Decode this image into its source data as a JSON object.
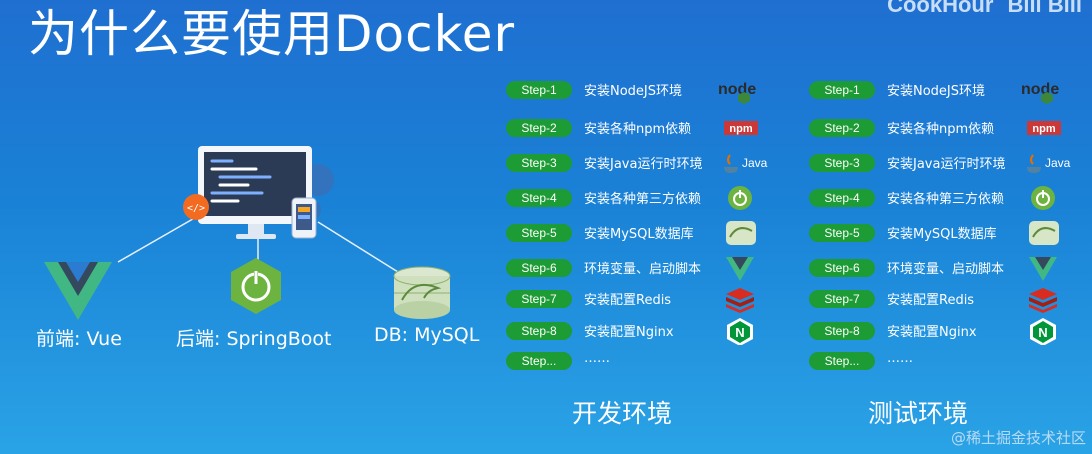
{
  "slide": {
    "title": "为什么要使用Docker",
    "brand": [
      "CookHour",
      "Bili Bili"
    ],
    "watermark": "@稀土掘金技术社区"
  },
  "architecture": {
    "frontend_label": "前端: Vue",
    "backend_label": "后端: SpringBoot",
    "db_label": "DB: MySQL",
    "code_badge": "</>"
  },
  "environments": [
    {
      "label": "开发环境",
      "steps": [
        {
          "pill": "Step-1",
          "text": "安装NodeJS环境",
          "icon": "nodejs-icon"
        },
        {
          "pill": "Step-2",
          "text": "安装各种npm依赖",
          "icon": "npm-icon"
        },
        {
          "pill": "Step-3",
          "text": "安装Java运行时环境",
          "icon": "java-icon"
        },
        {
          "pill": "Step-4",
          "text": "安装各种第三方依赖",
          "icon": "power-icon"
        },
        {
          "pill": "Step-5",
          "text": "安装MySQL数据库",
          "icon": "mysql-icon"
        },
        {
          "pill": "Step-6",
          "text": "环境变量、启动脚本",
          "icon": "vue-icon"
        },
        {
          "pill": "Step-7",
          "text": "安装配置Redis",
          "icon": "redis-icon"
        },
        {
          "pill": "Step-8",
          "text": "安装配置Nginx",
          "icon": "nginx-icon"
        },
        {
          "pill": "Step...",
          "text": "……",
          "icon": ""
        }
      ]
    },
    {
      "label": "测试环境",
      "steps": [
        {
          "pill": "Step-1",
          "text": "安装NodeJS环境",
          "icon": "nodejs-icon"
        },
        {
          "pill": "Step-2",
          "text": "安装各种npm依赖",
          "icon": "npm-icon"
        },
        {
          "pill": "Step-3",
          "text": "安装Java运行时环境",
          "icon": "java-icon"
        },
        {
          "pill": "Step-4",
          "text": "安装各种第三方依赖",
          "icon": "power-icon"
        },
        {
          "pill": "Step-5",
          "text": "安装MySQL数据库",
          "icon": "mysql-icon"
        },
        {
          "pill": "Step-6",
          "text": "环境变量、启动脚本",
          "icon": "vue-icon"
        },
        {
          "pill": "Step-7",
          "text": "安装配置Redis",
          "icon": "redis-icon"
        },
        {
          "pill": "Step-8",
          "text": "安装配置Nginx",
          "icon": "nginx-icon"
        },
        {
          "pill": "Step...",
          "text": "……",
          "icon": ""
        }
      ]
    }
  ],
  "icon_texts": {
    "node": "node",
    "npm": "npm",
    "java": "Java",
    "nginx": "N"
  },
  "colors": {
    "step_pill": "#1d9b35",
    "spring": "#6db33f",
    "vue_green": "#41b883",
    "vue_dark": "#34495e",
    "npm_red": "#cb3837",
    "redis_red": "#d82c20"
  }
}
